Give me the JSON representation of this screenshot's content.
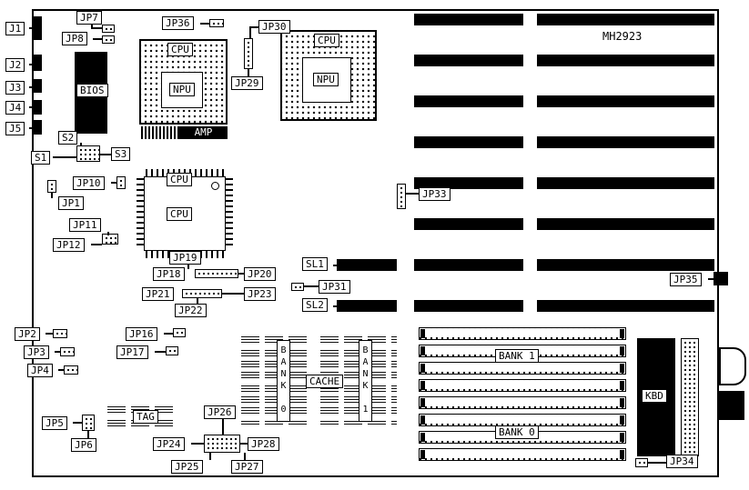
{
  "board": {
    "part_number": "MH2923"
  },
  "connectors": {
    "j1": "J1",
    "j2": "J2",
    "j3": "J3",
    "j4": "J4",
    "j5": "J5"
  },
  "switches": {
    "s1": "S1",
    "s2": "S2",
    "s3": "S3"
  },
  "jumpers": {
    "jp1": "JP1",
    "jp2": "JP2",
    "jp3": "JP3",
    "jp4": "JP4",
    "jp5": "JP5",
    "jp6": "JP6",
    "jp7": "JP7",
    "jp8": "JP8",
    "jp10": "JP10",
    "jp11": "JP11",
    "jp12": "JP12",
    "jp16": "JP16",
    "jp17": "JP17",
    "jp18": "JP18",
    "jp19": "JP19",
    "jp20": "JP20",
    "jp21": "JP21",
    "jp22": "JP22",
    "jp23": "JP23",
    "jp24": "JP24",
    "jp25": "JP25",
    "jp26": "JP26",
    "jp27": "JP27",
    "jp28": "JP28",
    "jp29": "JP29",
    "jp30": "JP30",
    "jp31": "JP31",
    "jp33": "JP33",
    "jp34": "JP34",
    "jp35": "JP35",
    "jp36": "JP36"
  },
  "chips": {
    "socket1_cpu": "CPU",
    "socket1_npu": "NPU",
    "socket2_cpu": "CPU",
    "socket2_npu": "NPU",
    "qfp_cpu_top": "CPU",
    "qfp_cpu_center": "CPU",
    "bios": "BIOS",
    "amp": "AMP",
    "tag": "TAG",
    "kbd": "KBD"
  },
  "slots": {
    "sl1": "SL1",
    "sl2": "SL2"
  },
  "memory": {
    "cache_label": "CACHE",
    "cache_bank0": "BANK 0",
    "cache_bank1": "BANK 1",
    "simm_bank1": "BANK 1",
    "simm_bank0": "BANK 0"
  }
}
